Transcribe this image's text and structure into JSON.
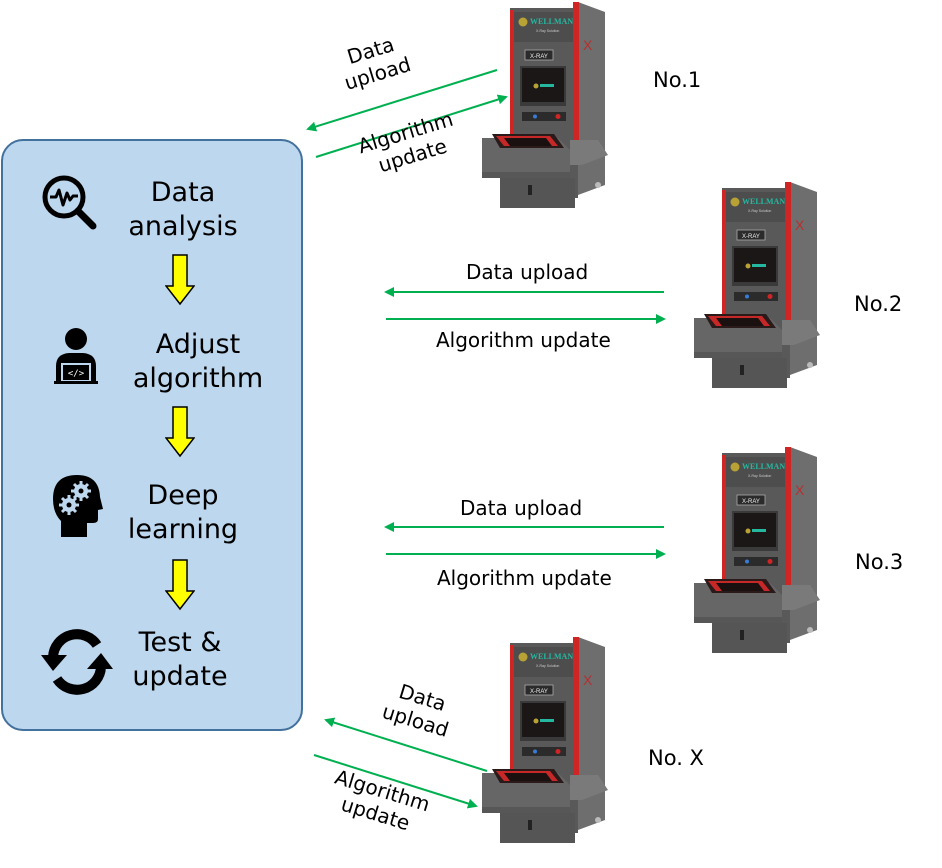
{
  "process": {
    "steps": [
      {
        "label_line1": "Data",
        "label_line2": "analysis",
        "icon": "magnifier-pulse-icon"
      },
      {
        "label_line1": "Adjust",
        "label_line2": "algorithm",
        "icon": "developer-laptop-icon"
      },
      {
        "label_line1": "Deep",
        "label_line2": "learning",
        "icon": "head-gears-icon"
      },
      {
        "label_line1": "Test &",
        "label_line2": "update",
        "icon": "refresh-cycle-icon"
      }
    ],
    "box_fill": "#bdd7ee",
    "box_border": "#41719c",
    "arrow_fill": "#ffff00"
  },
  "links": {
    "color": "#00b050",
    "items": [
      {
        "upload_line1": "Data",
        "upload_line2": "upload",
        "update_line1": "Algorithm",
        "update_line2": "update"
      },
      {
        "upload": "Data upload",
        "update": "Algorithm update"
      },
      {
        "upload": "Data upload",
        "update": "Algorithm update"
      },
      {
        "upload_line1": "Data",
        "upload_line2": "upload",
        "update_line1": "Algorithm",
        "update_line2": "update"
      }
    ]
  },
  "machines": [
    {
      "label": "No.1",
      "brand": "WELLMAN",
      "tagline": "X-Ray Solution",
      "badge": "X-RAY"
    },
    {
      "label": "No.2",
      "brand": "WELLMAN",
      "tagline": "X-Ray Solution",
      "badge": "X-RAY"
    },
    {
      "label": "No.3",
      "brand": "WELLMAN",
      "tagline": "X-Ray Solution",
      "badge": "X-RAY"
    },
    {
      "label": "No. X",
      "brand": "WELLMAN",
      "tagline": "X-Ray Solution",
      "badge": "X-RAY"
    }
  ]
}
